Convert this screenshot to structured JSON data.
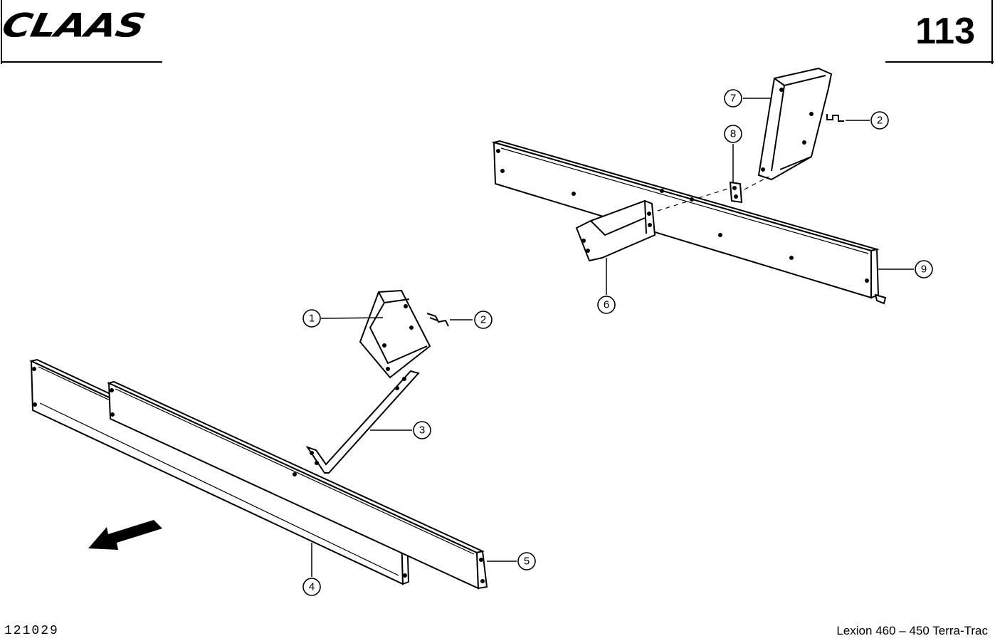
{
  "header": {
    "brand": "CLAAS",
    "page_number": "113"
  },
  "footer": {
    "drawing_id": "121029",
    "model": "Lexion 460 – 450 Terra-Trac"
  },
  "callouts": {
    "c1": "1",
    "c2a": "2",
    "c2b": "2",
    "c3": "3",
    "c4": "4",
    "c5": "5",
    "c6": "6",
    "c7": "7",
    "c8": "8",
    "c9": "9"
  }
}
